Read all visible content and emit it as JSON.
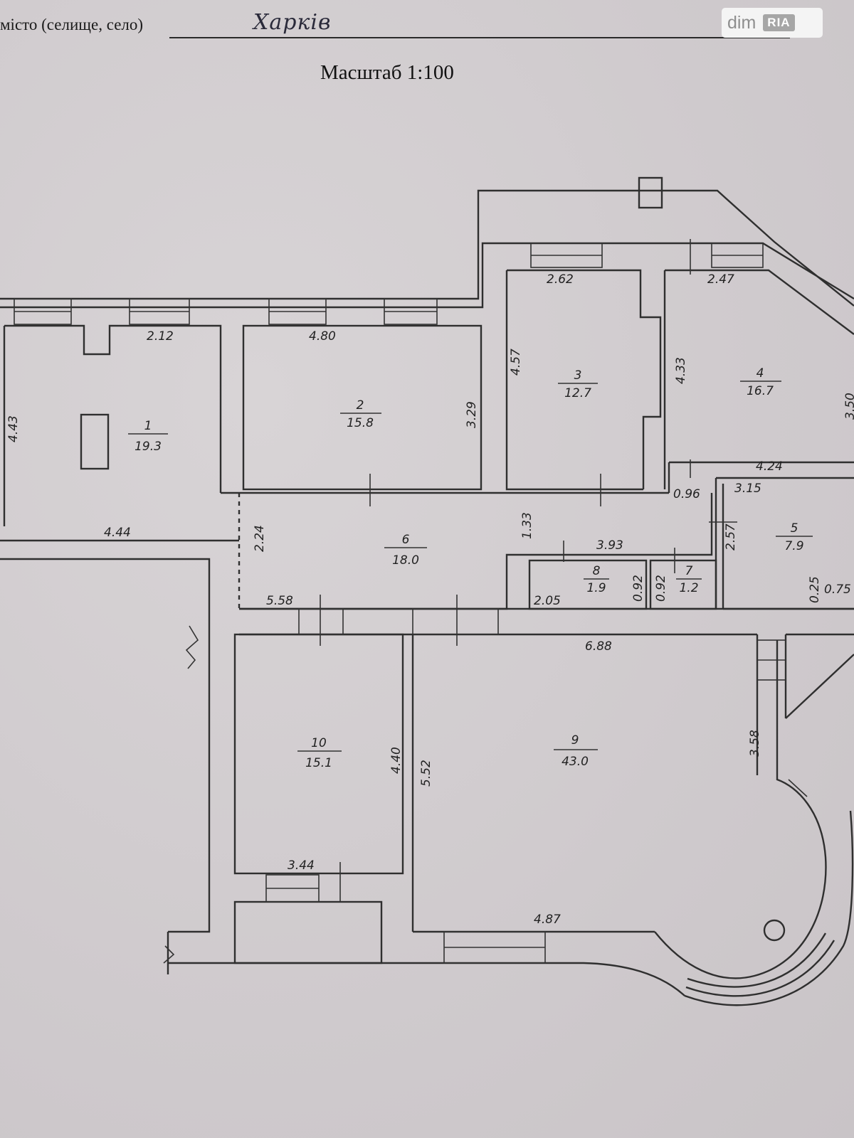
{
  "header": {
    "label": "місто (селище, село)",
    "city": "Харків",
    "scale": "Масштаб 1:100"
  },
  "watermark": {
    "left": "dim",
    "right": "RIA"
  },
  "rooms": [
    {
      "number": "1",
      "area": "19.3"
    },
    {
      "number": "2",
      "area": "15.8"
    },
    {
      "number": "3",
      "area": "12.7"
    },
    {
      "number": "4",
      "area": "16.7"
    },
    {
      "number": "5",
      "area": "7.9"
    },
    {
      "number": "6",
      "area": "18.0"
    },
    {
      "number": "7",
      "area": "1.2"
    },
    {
      "number": "8",
      "area": "1.9"
    },
    {
      "number": "9",
      "area": "43.0"
    },
    {
      "number": "10",
      "area": "15.1"
    }
  ],
  "dimensions": {
    "r1_width": "2.12",
    "r1_height": "4.43",
    "r2_width": "4.80",
    "r2_height": "3.29",
    "r3_width": "2.62",
    "r3_height": "4.57",
    "r4_width": "2.47",
    "r4_height": "4.33",
    "r4_side": "3.50",
    "r4_bottom": "4.24",
    "passage": "0.96",
    "r5_width": "3.15",
    "r5_height": "2.57",
    "r5_a": "0.25",
    "r5_b": "0.75",
    "r6_upper": "1.33",
    "r6_width": "3.93",
    "r6_left": "2.24",
    "r6_bottom": "5.58",
    "left_top": "4.44",
    "r8_width": "2.05",
    "r8_height": "0.92",
    "r7_height": "0.92",
    "r9_width": "6.88",
    "r9_height": "5.52",
    "r9_bottom": "4.87",
    "r9_side": "3.58",
    "r10_height": "4.40",
    "r10_bottom": "3.44"
  }
}
